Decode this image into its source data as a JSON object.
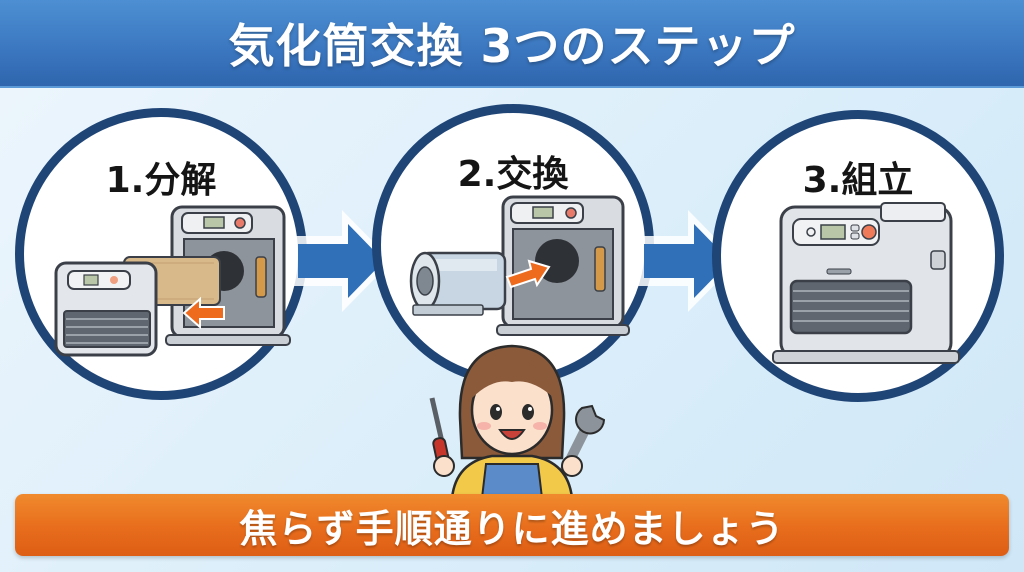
{
  "header": {
    "title": "気化筒交換 3つのステップ",
    "background_color": "#3a76bf"
  },
  "steps": [
    {
      "number": "1",
      "label": "1.分解",
      "illustration": "heater-disassembly-illustration",
      "arrow": "orange-arrow-out"
    },
    {
      "number": "2",
      "label": "2.交換",
      "illustration": "vaporizer-replacement-illustration",
      "arrow": "orange-arrow-in"
    },
    {
      "number": "3",
      "label": "3.組立",
      "illustration": "assembled-heater-illustration"
    }
  ],
  "connectors": [
    {
      "icon": "blue-arrow-right-icon"
    },
    {
      "icon": "blue-arrow-right-icon"
    }
  ],
  "mascot": {
    "description": "woman-with-screwdriver-and-wrench",
    "tools": [
      "screwdriver",
      "wrench"
    ]
  },
  "banner": {
    "text": "焦らず手順通りに進めましょう",
    "background_color": "#e86d1c"
  },
  "colors": {
    "circle_border": "#1f4577",
    "arrow_blue": "#3070b8",
    "accent_orange": "#e86d1c"
  }
}
